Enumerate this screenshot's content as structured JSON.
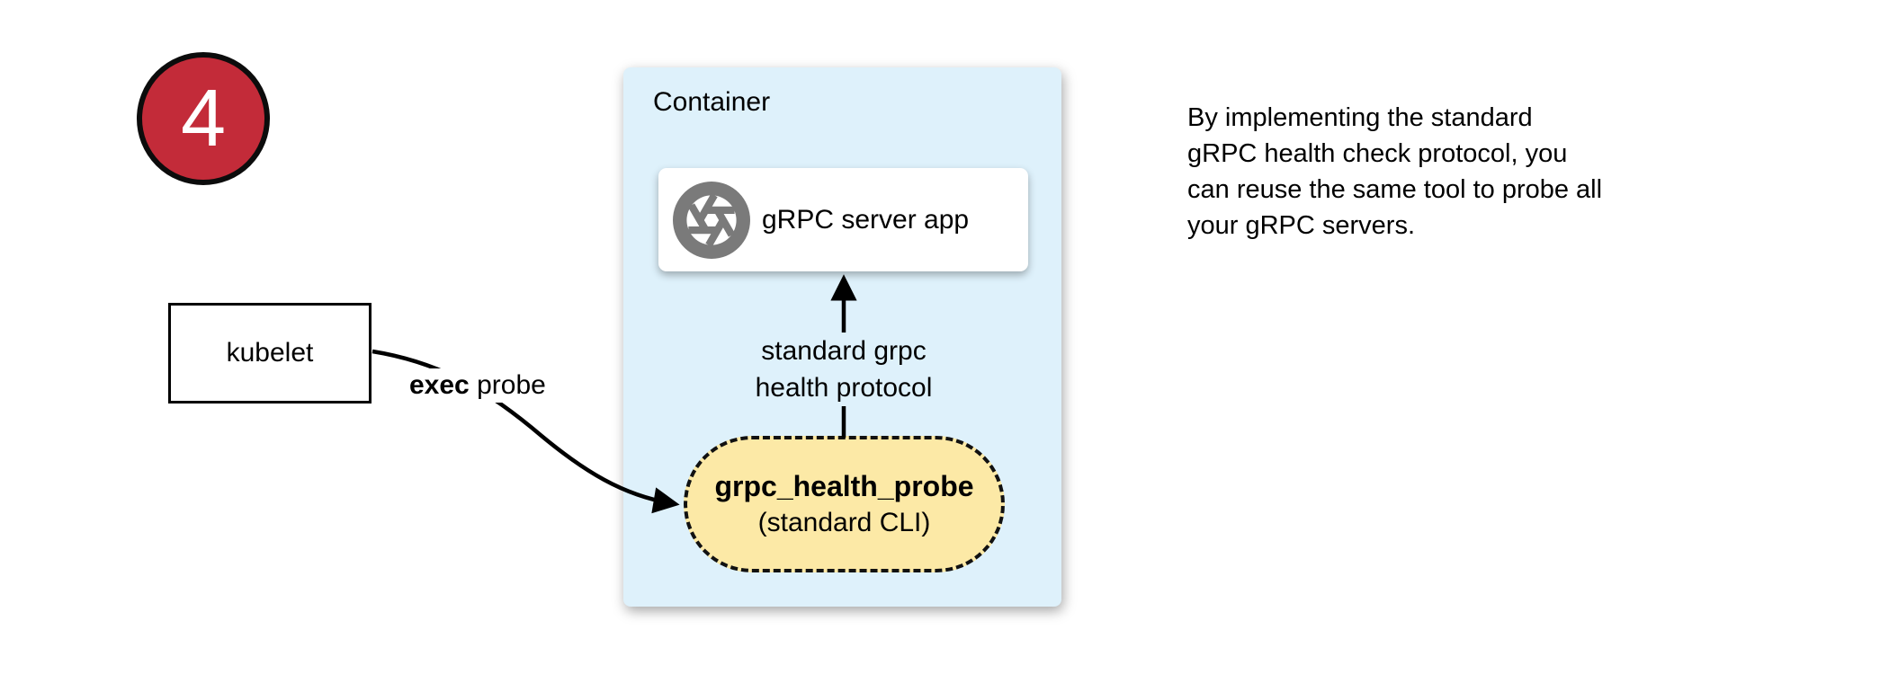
{
  "step_badge": {
    "number": "4"
  },
  "nodes": {
    "kubelet": {
      "label": "kubelet"
    },
    "container": {
      "label": "Container"
    },
    "server_app": {
      "label": "gRPC server app",
      "icon": "aperture-icon"
    },
    "probe": {
      "title": "grpc_health_probe",
      "subtitle": "(standard CLI)"
    }
  },
  "edges": {
    "exec_probe": {
      "label_bold": "exec",
      "label_rest": " probe"
    },
    "health_protocol": {
      "label": "standard grpc\nhealth protocol"
    }
  },
  "note": {
    "text": "By implementing the standard\ngRPC health check protocol, you\ncan reuse the same tool to probe all\nyour gRPC servers."
  },
  "colors": {
    "badge_red": "#C32B39",
    "container_blue": "#DEF1FB",
    "pill_yellow": "#FCE9A6",
    "icon_gray": "#7A7A7A",
    "line_black": "#000000"
  }
}
